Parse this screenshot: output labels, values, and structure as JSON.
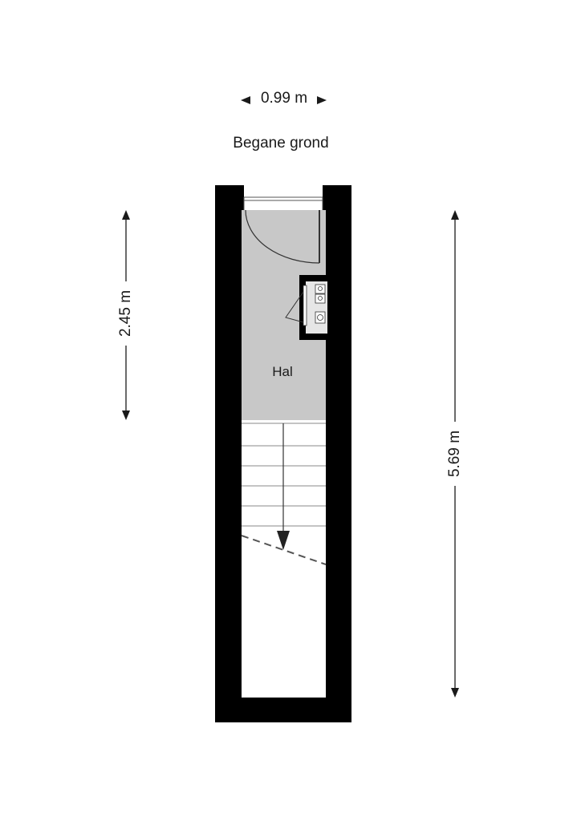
{
  "plan": {
    "floor_name": "Begane grond",
    "room_name": "Hal",
    "width_dimension": "0.99 m",
    "hall_depth_dimension": "2.45 m",
    "total_depth_dimension": "5.69 m"
  },
  "colors": {
    "wall": "#000000",
    "hall_floor": "#c8c8c8",
    "background": "#ffffff",
    "dimension_line": "#1a1a1a"
  },
  "icons": [
    "arrow-left-icon",
    "arrow-right-icon",
    "arrow-up-icon",
    "arrow-down-icon",
    "stair-direction-arrow-icon",
    "meter-icon"
  ]
}
